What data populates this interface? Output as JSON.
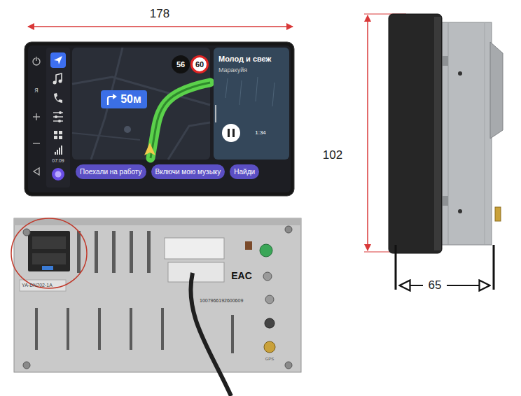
{
  "diagram": {
    "nodes": [
      {
        "text": [
          "50м"
        ]
      },
      {
        "text": [
          "56"
        ]
      },
      {
        "text": [
          "60"
        ]
      },
      {
        "text": [
          "Поехали на работу"
        ]
      },
      {
        "text": [
          "Включи мою музыку"
        ]
      },
      {
        "text": [
          "Найди"
        ]
      }
    ],
    "labels": [
      "178",
      "102",
      "65",
      "я",
      "07:09",
      "Молод и свеж",
      "Маракуйя",
      "1:34",
      "YA-DN702-1A",
      "1007966192600609",
      "EAC",
      "GPS"
    ]
  }
}
